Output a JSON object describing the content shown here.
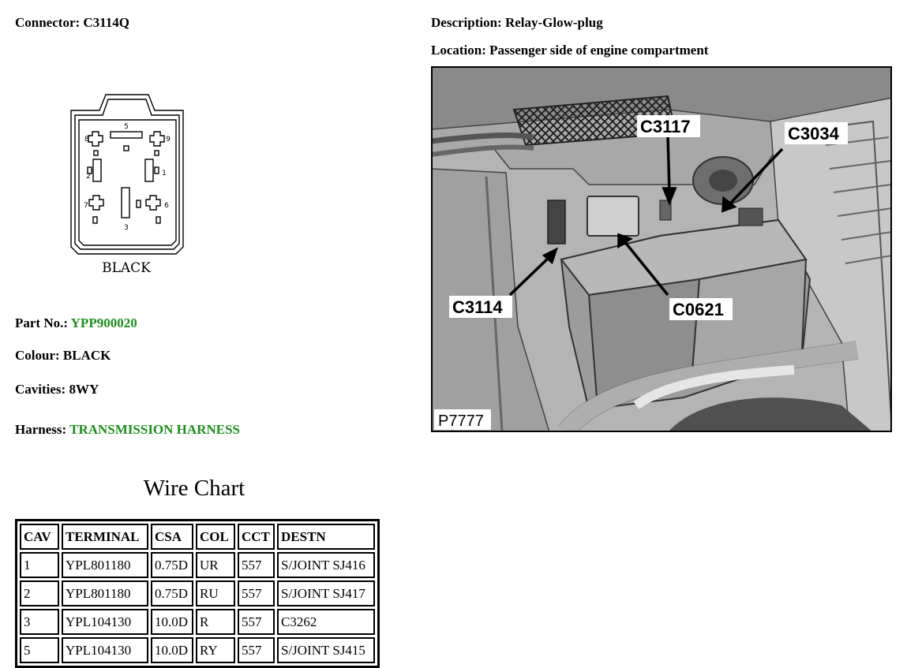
{
  "header": {
    "connector_label": "Connector:",
    "connector_value": "C3114Q",
    "description_label": "Description:",
    "description_value": "Relay-Glow-plug",
    "location_label": "Location:",
    "location_value": "Passenger side of engine compartment"
  },
  "diagram": {
    "pin_labels": [
      "5",
      "8",
      "9",
      "2",
      "1",
      "7",
      "6",
      "3"
    ],
    "colour_text": "BLACK"
  },
  "details": {
    "part_label": "Part No.:",
    "part_value": "YPP900020",
    "colour_label": "Colour:",
    "colour_value": "BLACK",
    "cavities_label": "Cavities:",
    "cavities_value": "8WY",
    "harness_label": "Harness:",
    "harness_value": "TRANSMISSION HARNESS",
    "link_color": "#1a8f1a"
  },
  "photo": {
    "callouts": [
      "C3117",
      "C3034",
      "C3114",
      "C0621"
    ],
    "ref": "P7777"
  },
  "wire_chart": {
    "title": "Wire Chart",
    "columns": [
      "CAV",
      "TERMINAL",
      "CSA",
      "COL",
      "CCT",
      "DESTN"
    ],
    "rows": [
      [
        "1",
        "YPL801180",
        "0.75D",
        "UR",
        "557",
        "S/JOINT SJ416"
      ],
      [
        "2",
        "YPL801180",
        "0.75D",
        "RU",
        "557",
        "S/JOINT SJ417"
      ],
      [
        "3",
        "YPL104130",
        "10.0D",
        "R",
        "557",
        "C3262"
      ],
      [
        "5",
        "YPL104130",
        "10.0D",
        "RY",
        "557",
        "S/JOINT SJ415"
      ]
    ]
  }
}
